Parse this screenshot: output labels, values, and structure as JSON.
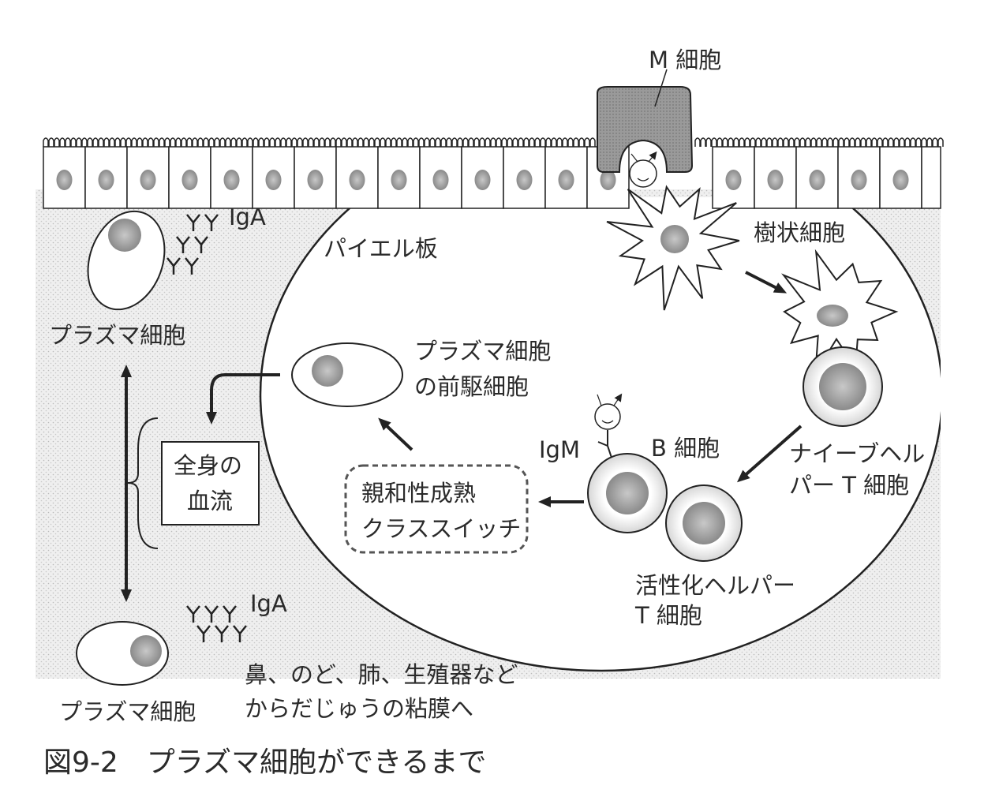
{
  "labels": {
    "m_cell": "M 細胞",
    "iga_top": "IgA",
    "peyer": "パイエル板",
    "dendritic": "樹状細胞",
    "plasma_top": "プラズマ細胞",
    "precursor_1": "プラズマ細胞",
    "precursor_2": "の前駆細胞",
    "bloodstream_1": "全身の",
    "bloodstream_2": "血流",
    "igm": "IgM",
    "b_cell": "B 細胞",
    "naive_t_1": "ナイーブヘル",
    "naive_t_2": "パー T 細胞",
    "maturation_1": "親和性成熟",
    "maturation_2": "クラススイッチ",
    "active_t_1": "活性化ヘルパー",
    "active_t_2": "T 細胞",
    "iga_bottom": "IgA",
    "mucosa_1": "鼻、のど、肺、生殖器など",
    "mucosa_2": "からだじゅうの粘膜へ",
    "plasma_bottom": "プラズマ細胞"
  },
  "caption": "図9-2　プラズマ細胞ができるまで"
}
